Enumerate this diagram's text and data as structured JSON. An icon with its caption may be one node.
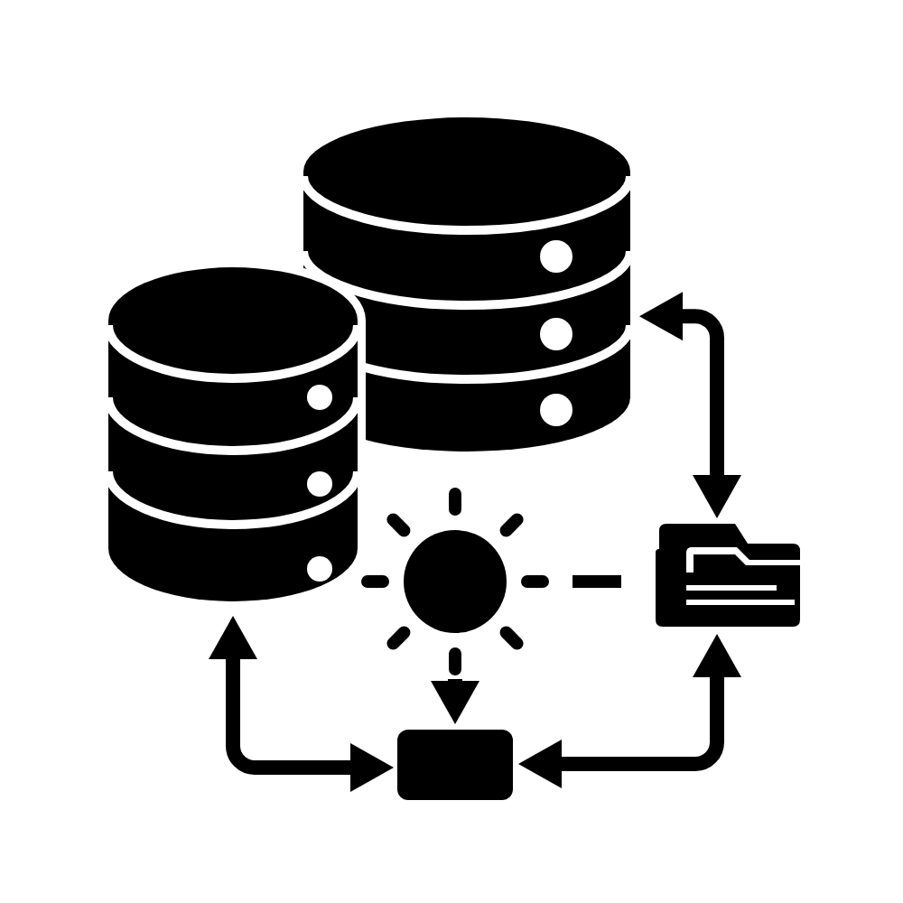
{
  "diagram": {
    "nodes": [
      {
        "text": [],
        "shape": "cylinder"
      },
      {
        "text": [],
        "shape": "cylinder"
      },
      {
        "text": [],
        "shape": "sun"
      },
      {
        "text": [],
        "shape": "folder"
      },
      {
        "text": [],
        "shape": "box"
      }
    ],
    "edges": [
      {
        "from": 0,
        "to": 3,
        "arrow": "both"
      },
      {
        "from": 1,
        "to": 4,
        "arrow": "both"
      },
      {
        "from": 2,
        "to": 4,
        "arrow": "to"
      },
      {
        "from": 2,
        "to": 3,
        "arrow": "none",
        "style": "dashed"
      },
      {
        "from": 3,
        "to": 4,
        "arrow": "both"
      }
    ]
  }
}
